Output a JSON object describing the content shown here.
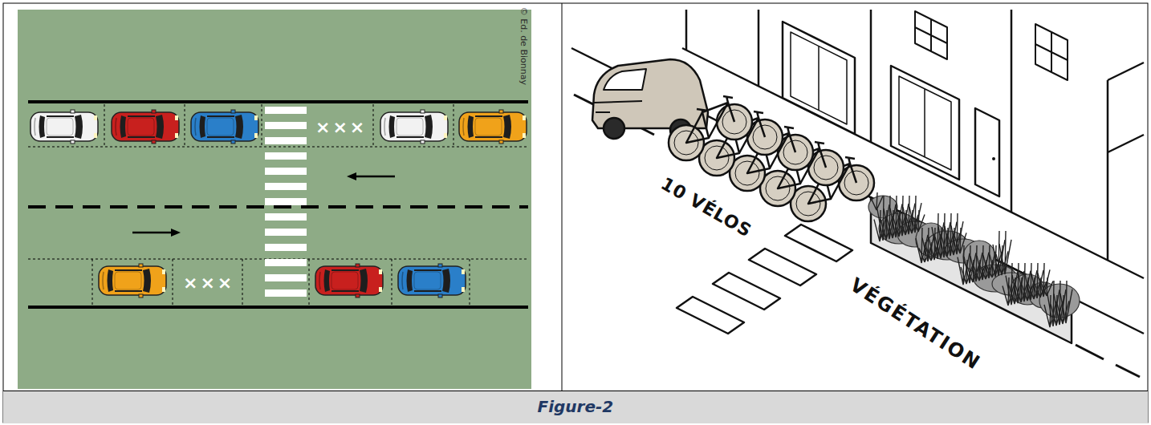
{
  "diagram": {
    "caption": "Figure-2",
    "labels": [
      "© Ed. de Bionnay",
      "×××",
      "×××",
      "10 VÉLOS",
      "VÉGÉTATION"
    ]
  }
}
